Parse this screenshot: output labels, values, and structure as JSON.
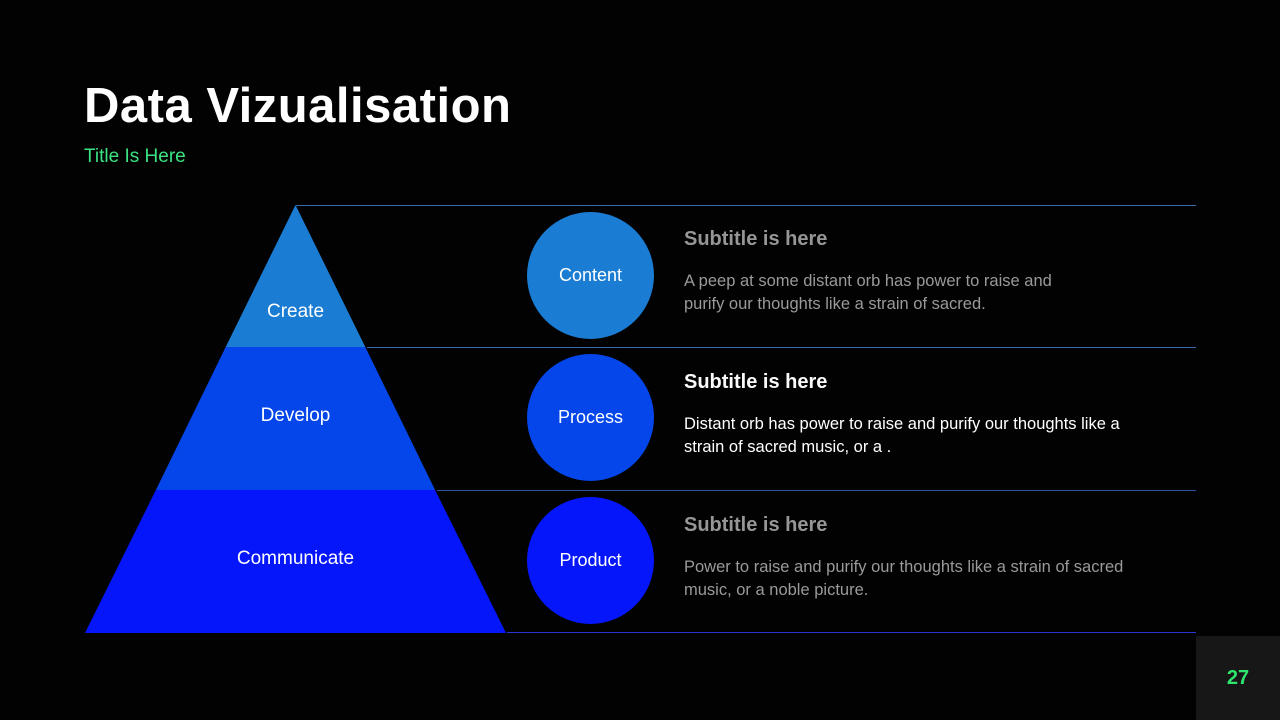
{
  "slide": {
    "title": "Data Vizualisation",
    "subtitle": "Title Is Here",
    "page_number": "27"
  },
  "pyramid": {
    "levels": [
      {
        "label": "Create",
        "color": "#1A7CD3"
      },
      {
        "label": "Develop",
        "color": "#0546EA"
      },
      {
        "label": "Communicate",
        "color": "#0517FA"
      }
    ]
  },
  "rows": [
    {
      "circle_label": "Content",
      "circle_color": "#1A7CD3",
      "heading": "Subtitle is here",
      "body": "A peep at some distant orb has power to raise and\npurify our thoughts like a strain of sacred.",
      "text_color": "#9a9a9a"
    },
    {
      "circle_label": "Process",
      "circle_color": "#0546EA",
      "heading": "Subtitle is here",
      "body": "Distant  orb has power to raise and purify our thoughts like a\nstrain of sacred music, or a .",
      "text_color": "#ffffff"
    },
    {
      "circle_label": "Product",
      "circle_color": "#0517FA",
      "heading": "Subtitle is here",
      "body": "Power to raise and purify our thoughts like a strain of sacred\nmusic, or a noble picture.",
      "text_color": "#9a9a9a"
    }
  ],
  "accent_colors": {
    "title_white": "#ffffff",
    "green": "#3CE383",
    "divider_blue": "#3B69AE",
    "bottom_divider_blue": "#2737D2",
    "page_box_bg": "#171717"
  }
}
